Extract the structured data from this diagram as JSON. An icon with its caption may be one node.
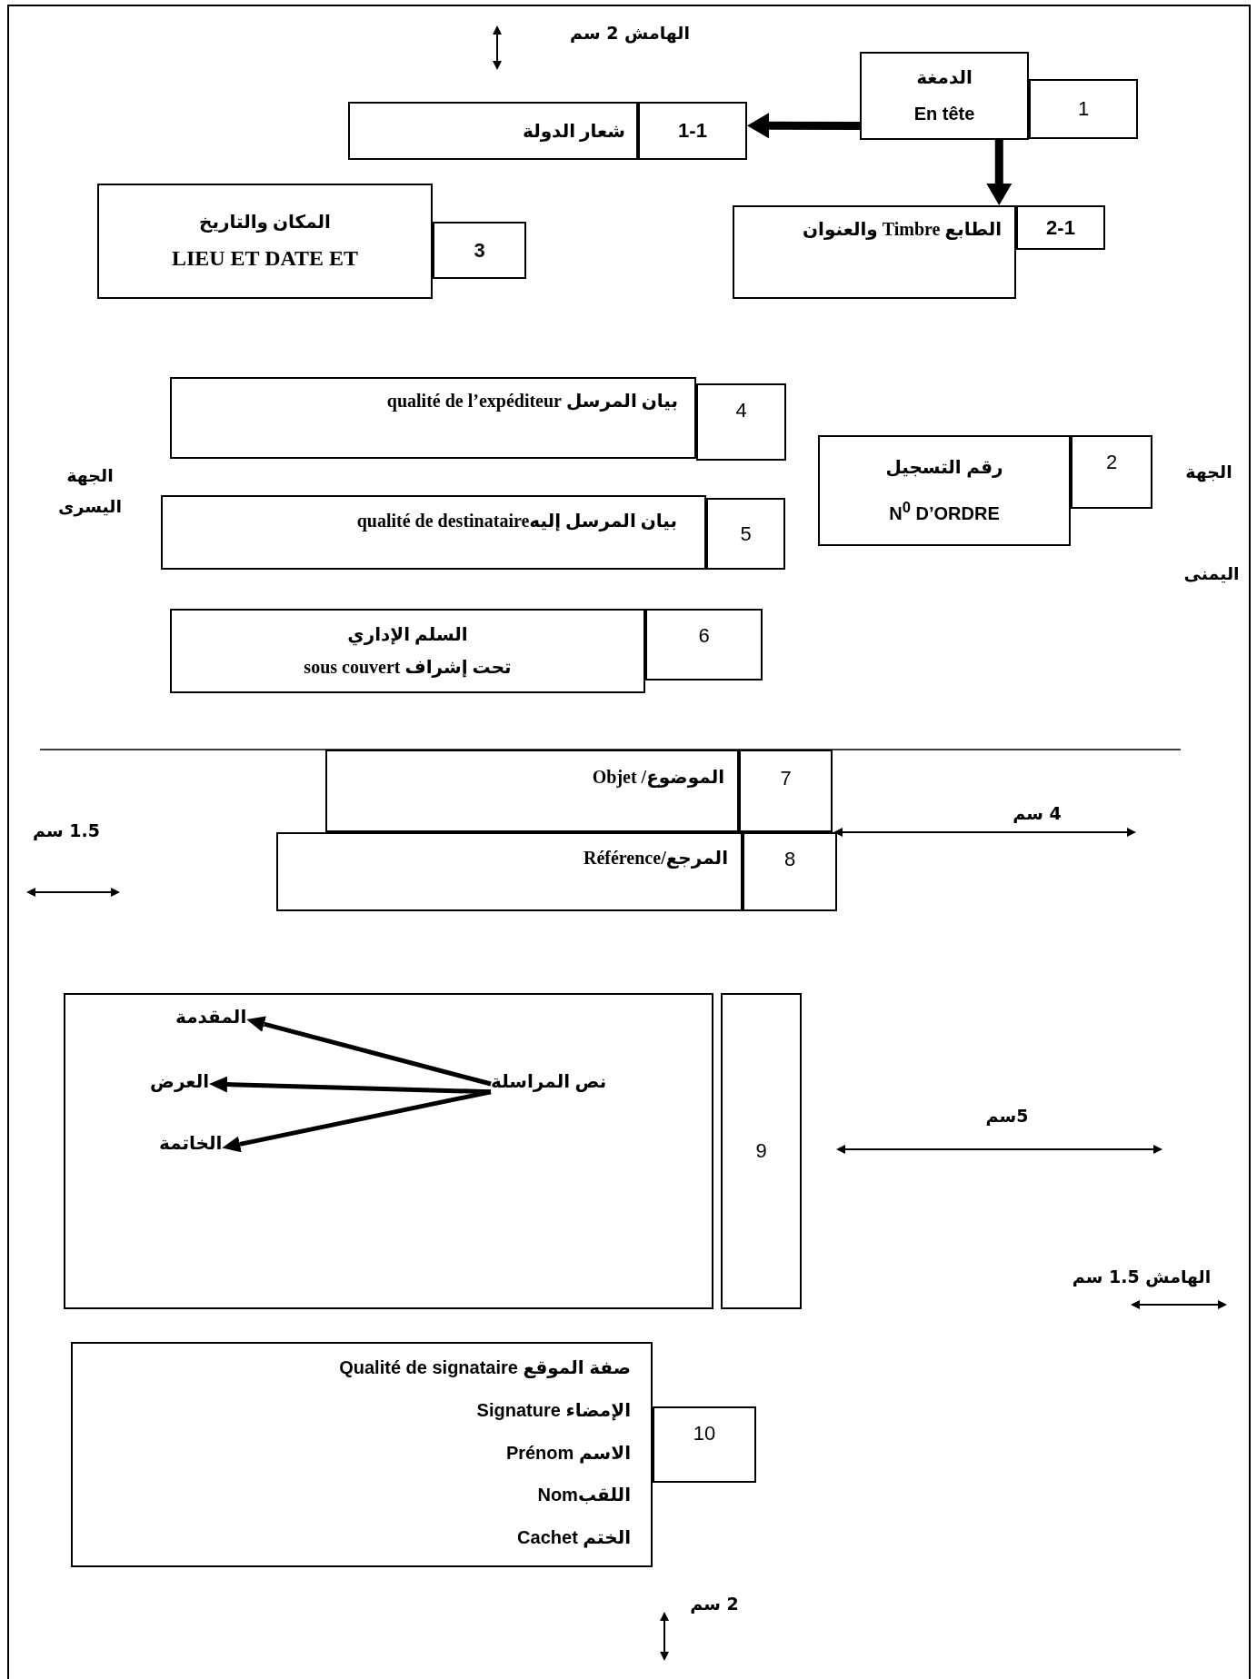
{
  "diagram": {
    "nodes": [
      {
        "text": [
          "الدمغة",
          "En tête"
        ]
      },
      {
        "text": [
          "1"
        ]
      },
      {
        "text": [
          "شعار الدولة"
        ]
      },
      {
        "text": [
          "1-1"
        ]
      },
      {
        "text": [
          "الطابع Timbre والعنوان"
        ]
      },
      {
        "text": [
          "2-1"
        ]
      },
      {
        "text": [
          "المكان والتاريخ",
          "LIEU ET DATE  ET"
        ]
      },
      {
        "text": [
          "3"
        ]
      },
      {
        "text": [
          "بيان المرسل    qualité de l’expéditeur"
        ]
      },
      {
        "text": [
          "4"
        ]
      },
      {
        "text": [
          "رقم التسجيل",
          "N$^{0}$ D’ORDRE"
        ]
      },
      {
        "text": [
          "2"
        ]
      },
      {
        "text": [
          "بيان المرسل إليهqualité de destinataire"
        ]
      },
      {
        "text": [
          "5"
        ]
      },
      {
        "text": [
          "السلم الإداري",
          "تحت إشراف   sous couvert"
        ]
      },
      {
        "text": [
          "6"
        ]
      },
      {
        "text": [
          "الموضوع/  Objet"
        ]
      },
      {
        "text": [
          "7"
        ]
      },
      {
        "text": [
          "المرجع/Référence"
        ]
      },
      {
        "text": [
          "8"
        ]
      },
      {
        "text": [],
        "shape": "box"
      },
      {
        "text": [
          "نص المراسلة"
        ],
        "in": 20
      },
      {
        "text": [
          "المقدمة"
        ],
        "in": 20
      },
      {
        "text": [
          "العرض"
        ],
        "in": 20
      },
      {
        "text": [
          "الخاتمة"
        ],
        "in": 20
      },
      {
        "text": [
          "9"
        ]
      },
      {
        "text": [
          "صفة الموقع  Qualité de signataire",
          "الإمضاء  Signature",
          "الاسم  Prénom",
          "اللقبNom",
          "الختم  Cachet"
        ]
      },
      {
        "text": [
          "10"
        ]
      }
    ],
    "edges": [
      {
        "from": 0,
        "to": 3,
        "arrow": "to",
        "style": "thick"
      },
      {
        "from": 0,
        "to": 4,
        "arrow": "to",
        "style": "thick"
      },
      {
        "from": 21,
        "to": 22,
        "arrow": "to"
      },
      {
        "from": 21,
        "to": 23,
        "arrow": "to"
      },
      {
        "from": 21,
        "to": 24,
        "arrow": "to"
      }
    ],
    "labels": [
      "الهامش 2 سم",
      "الجهة اليسرى",
      "الجهة",
      "اليمنى",
      "1.5 سم",
      "4 سم",
      "5سم",
      "الهامش 1.5 سم",
      "2 سم"
    ]
  }
}
